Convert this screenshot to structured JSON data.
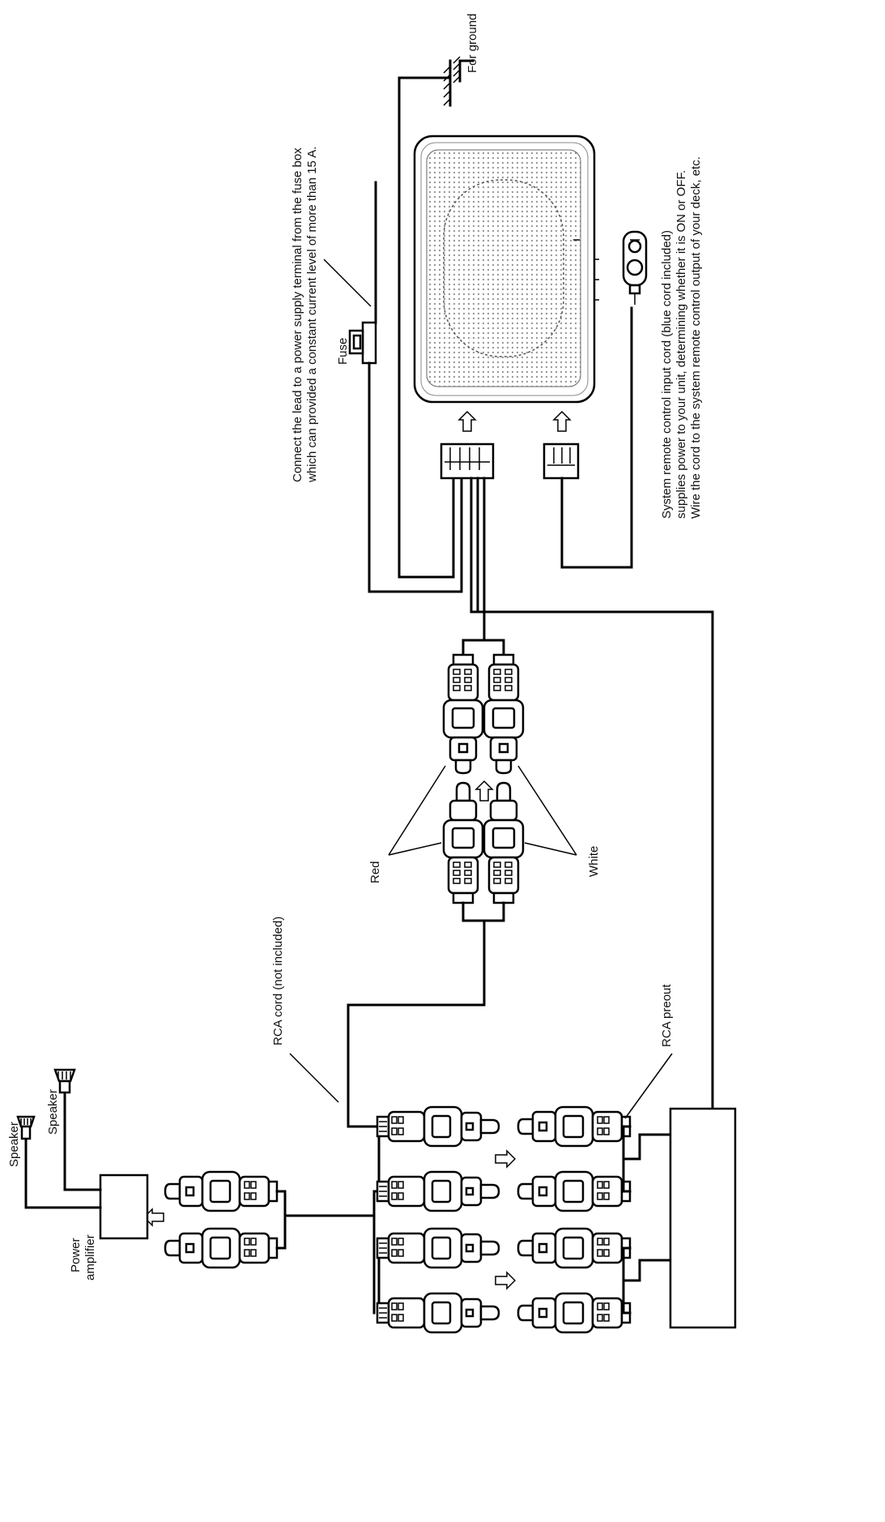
{
  "labels": {
    "for_ground": "For ground",
    "fuse": "Fuse",
    "power_line1": "Connect the lead to a power supply terminal from the fuse box",
    "power_line2": "which can provided a constant current level of more than 15 A.",
    "remote_line1": "System remote control input cord (blue cord included)",
    "remote_line2": "supplies power to your unit, determining whether it is ON or OFF.",
    "remote_line3": "Wire the cord to the system remote control output of your deck, etc.",
    "red": "Red",
    "white": "White",
    "rca_cord": "RCA cord (not included)",
    "rca_preout": "RCA preout",
    "speaker_1": "Speaker",
    "speaker_2": "Speaker",
    "power_amp_1": "Power",
    "power_amp_2": "amplifier"
  }
}
